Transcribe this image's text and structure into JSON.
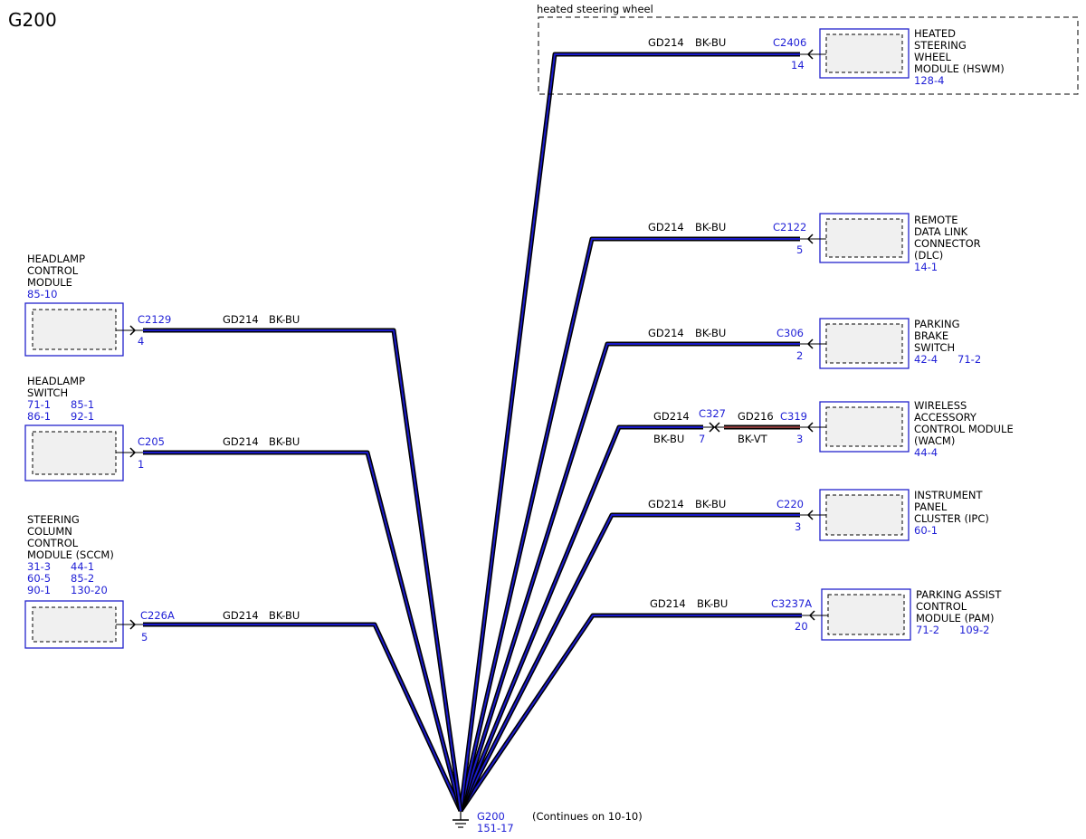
{
  "title": "G200",
  "group": {
    "label": "heated steering wheel"
  },
  "left_components": [
    {
      "name": [
        "HEADLAMP",
        "CONTROL",
        "MODULE"
      ],
      "refs": [
        "85-10"
      ],
      "connector": "C2129",
      "pin": "4",
      "circuit": "GD214",
      "color": "BK-BU"
    },
    {
      "name": [
        "HEADLAMP",
        "SWITCH"
      ],
      "refs": [
        "71-1      85-1",
        "86-1      92-1"
      ],
      "connector": "C205",
      "pin": "1",
      "circuit": "GD214",
      "color": "BK-BU"
    },
    {
      "name": [
        "STEERING",
        "COLUMN",
        "CONTROL",
        "MODULE (SCCM)"
      ],
      "refs": [
        "31-3      44-1",
        "60-5      85-2",
        "90-1      130-20"
      ],
      "connector": "C226A",
      "pin": "5",
      "circuit": "GD214",
      "color": "BK-BU"
    }
  ],
  "right_components": [
    {
      "name": [
        "HEATED",
        "STEERING",
        "WHEEL",
        "MODULE (HSWM)"
      ],
      "refs": [
        "128-4"
      ],
      "connector": "C2406",
      "pin": "14",
      "circuit": "GD214",
      "color": "BK-BU"
    },
    {
      "name": [
        "REMOTE",
        "DATA LINK",
        "CONNECTOR",
        "(DLC)"
      ],
      "refs": [
        "14-1"
      ],
      "connector": "C2122",
      "pin": "5",
      "circuit": "GD214",
      "color": "BK-BU"
    },
    {
      "name": [
        "PARKING",
        "BRAKE",
        "SWITCH"
      ],
      "refs": [
        "42-4      71-2"
      ],
      "connector": "C306",
      "pin": "2",
      "circuit": "GD214",
      "color": "BK-BU"
    },
    {
      "name": [
        "WIRELESS",
        "ACCESSORY",
        "CONTROL MODULE",
        "(WACM)"
      ],
      "refs": [
        "44-4"
      ],
      "connector": "C319",
      "pin": "3",
      "circuit": "GD216",
      "color": "BK-VT",
      "inline": {
        "connector": "C327",
        "pin": "7",
        "circuit": "GD214",
        "color": "BK-BU"
      }
    },
    {
      "name": [
        "INSTRUMENT",
        "PANEL",
        "CLUSTER (IPC)"
      ],
      "refs": [
        "60-1"
      ],
      "connector": "C220",
      "pin": "3",
      "circuit": "GD214",
      "color": "BK-BU"
    },
    {
      "name": [
        "PARKING ASSIST",
        "CONTROL",
        "MODULE (PAM)"
      ],
      "refs": [
        "71-2      109-2"
      ],
      "connector": "C3237A",
      "pin": "20",
      "circuit": "GD214",
      "color": "BK-BU"
    }
  ],
  "ground": {
    "name": "G200",
    "ref": "151-17",
    "note": "(Continues on 10-10)"
  },
  "colors": {
    "wire_main": "#1a1ac8",
    "wire_alt": "#8a3a3a",
    "outline": "#000000",
    "ref": "#1f1fd6",
    "box_fill": "#f0f0f0"
  }
}
